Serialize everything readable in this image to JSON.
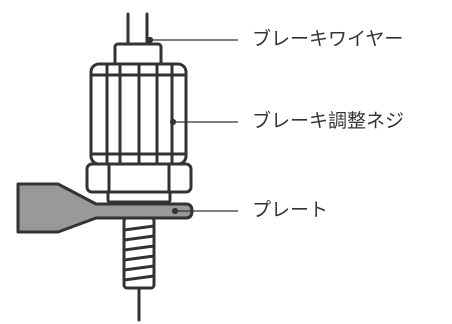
{
  "diagram": {
    "labels": {
      "brake_wire": "ブレーキワイヤー",
      "adjuster": "ブレーキ調整ネジ",
      "plate": "プレート"
    },
    "colors": {
      "line": "#333333",
      "plate_fill": "#999999",
      "background": "#ffffff"
    }
  }
}
